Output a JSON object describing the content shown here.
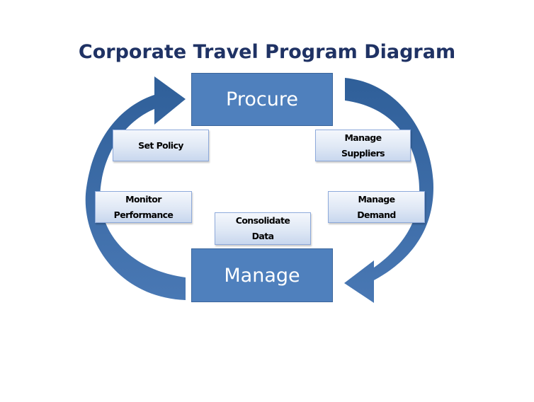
{
  "title": "Corporate Travel Program Diagram",
  "boxes": {
    "procure": "Procure",
    "manage": "Manage"
  },
  "steps": {
    "set_policy": [
      "Set Policy"
    ],
    "manage_suppliers": [
      "Manage",
      "Suppliers"
    ],
    "monitor_performance": [
      "Monitor",
      "Performance"
    ],
    "manage_demand": [
      "Manage",
      "Demand"
    ],
    "consolidate_data": [
      "Consolidate",
      "Data"
    ]
  },
  "colors": {
    "title": "#1f3264",
    "primary_box": "#4f80bd",
    "arrow": "#3f6ea8",
    "step_border": "#8eaadb"
  }
}
